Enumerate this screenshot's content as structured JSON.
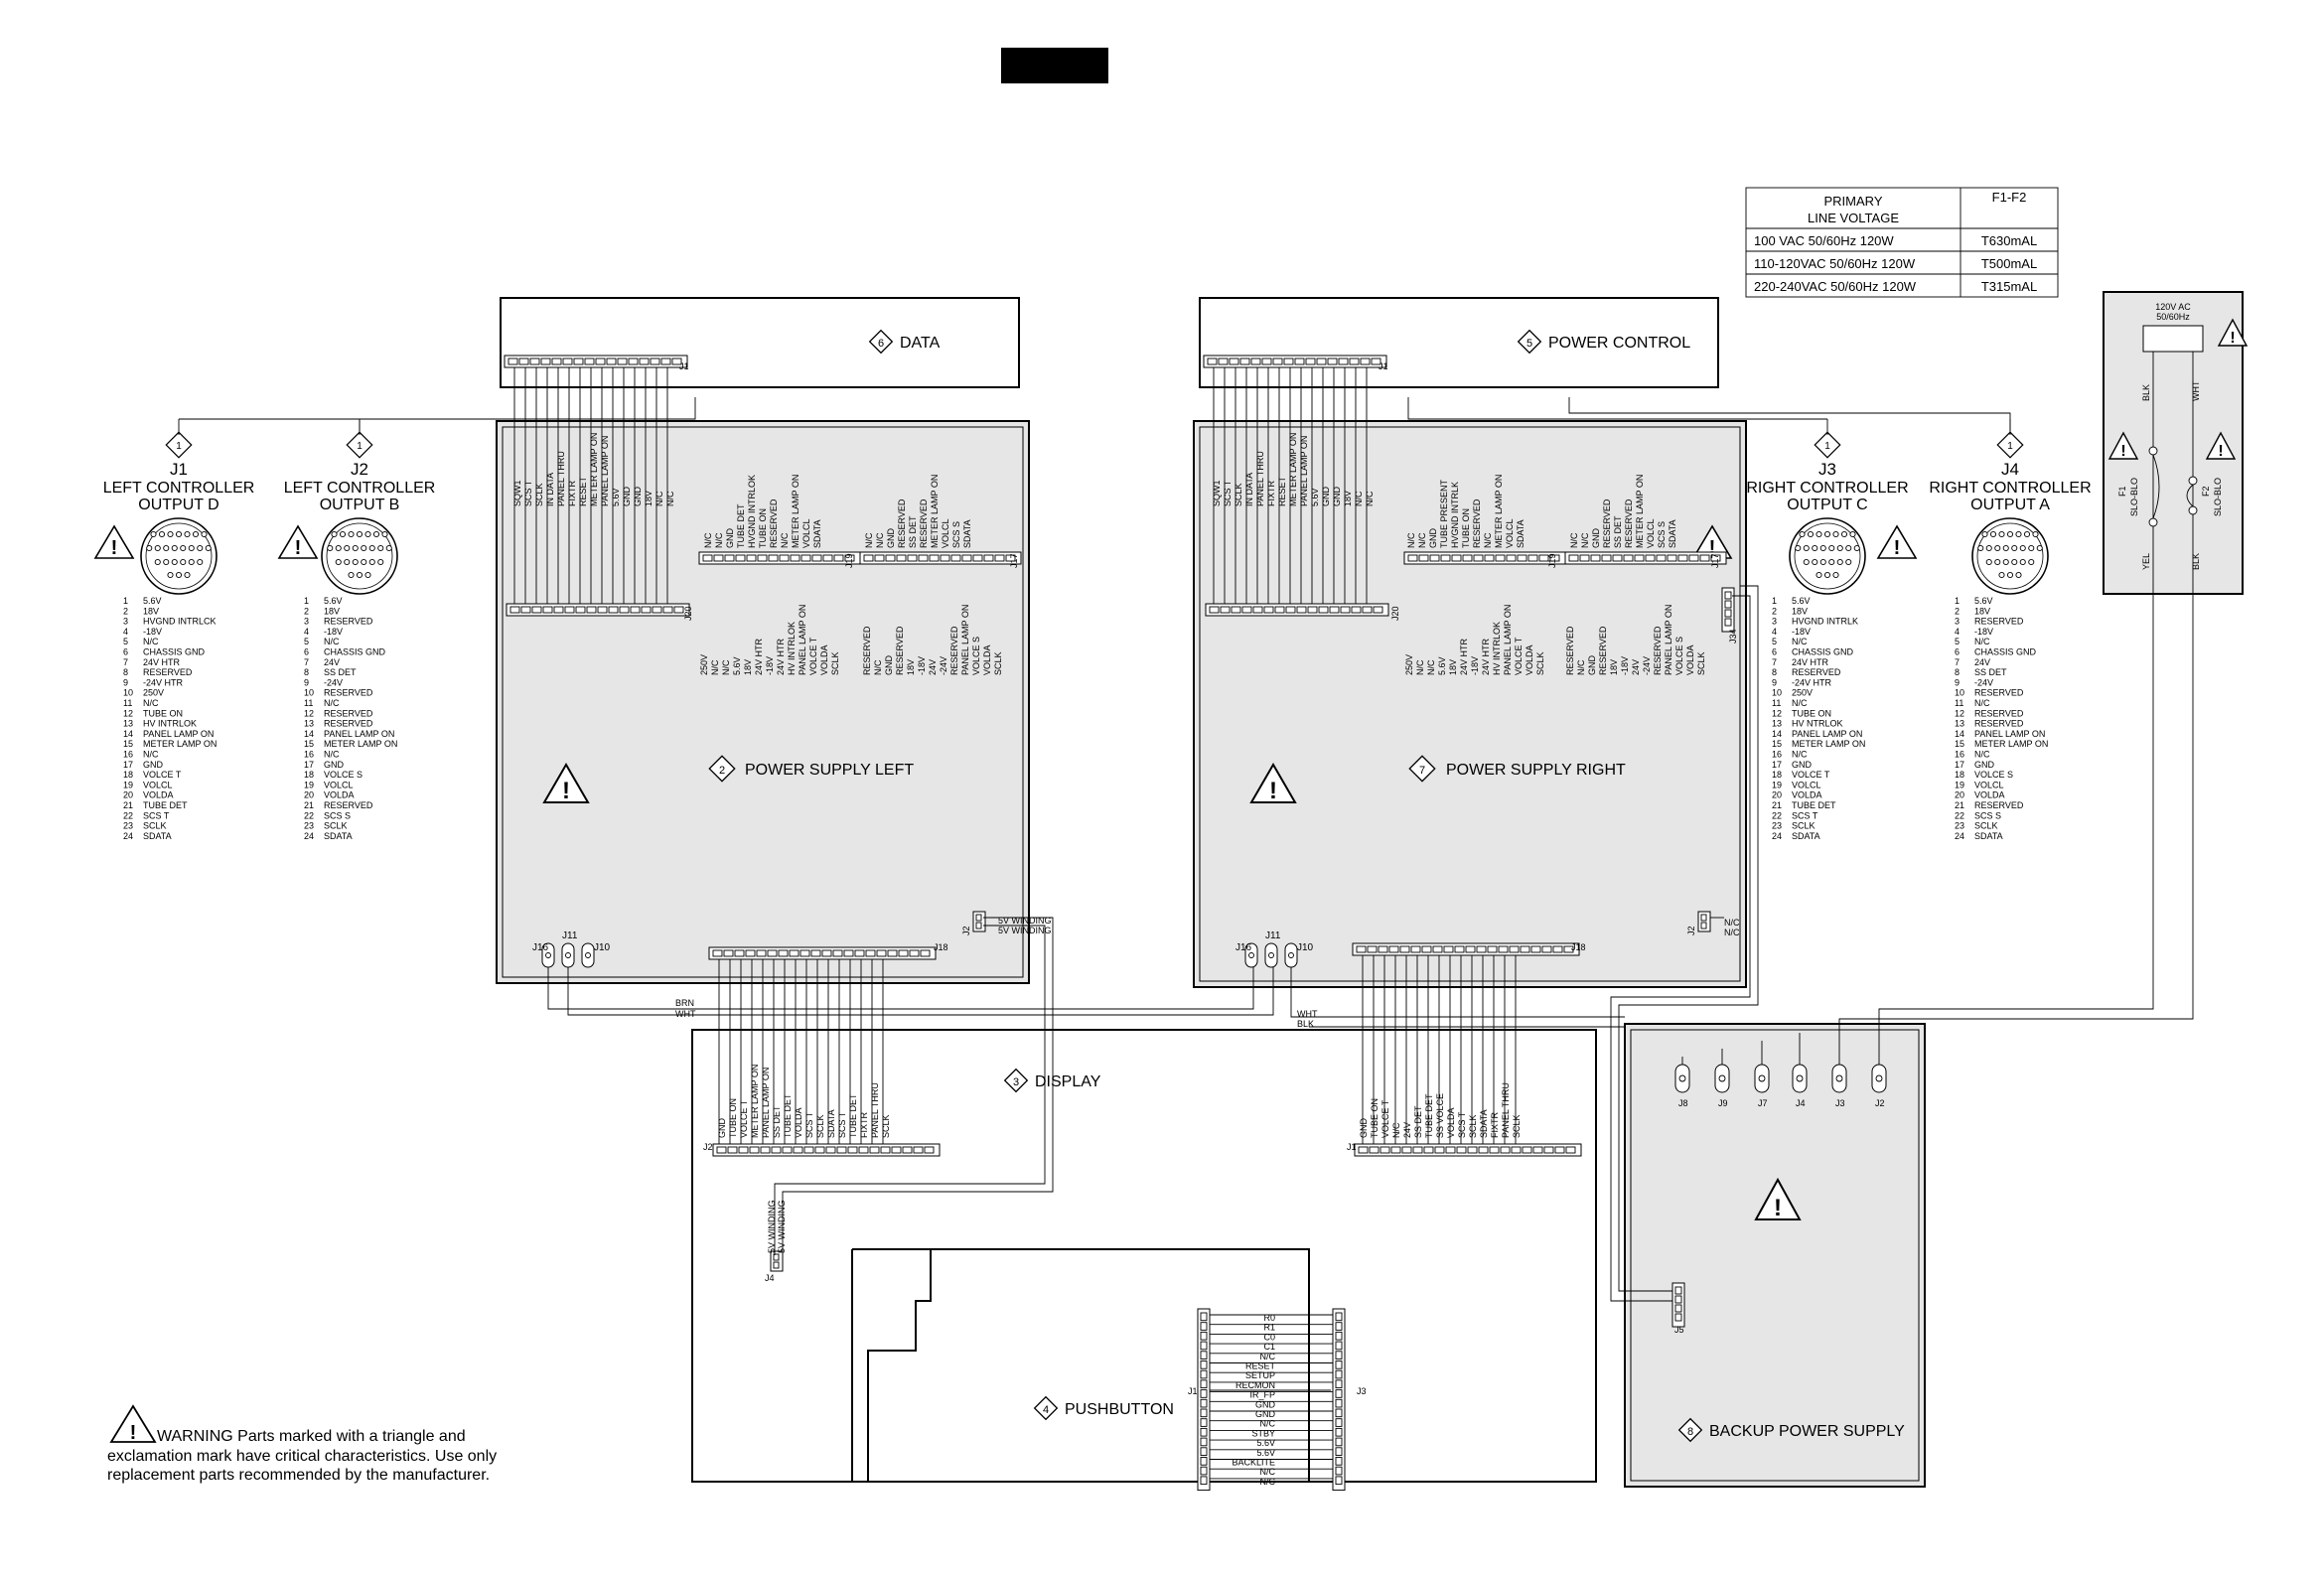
{
  "voltage_table": {
    "header_primary": "PRIMARY\nLINE VOLTAGE",
    "header_fuse": "F1-F2",
    "rows": [
      [
        "100 VAC 50/60Hz 120W",
        "T630mAL"
      ],
      [
        "110-120VAC 50/60Hz 120W",
        "T500mAL"
      ],
      [
        "220-240VAC 50/60Hz 120W",
        "T315mAL"
      ]
    ]
  },
  "boards": {
    "data": {
      "num": "6",
      "label": "DATA"
    },
    "power_control": {
      "num": "5",
      "label": "POWER CONTROL"
    },
    "psu_left": {
      "num": "2",
      "label": "POWER SUPPLY LEFT"
    },
    "psu_right": {
      "num": "7",
      "label": "POWER SUPPLY RIGHT"
    },
    "display": {
      "num": "3",
      "label": "DISPLAY"
    },
    "pushbutton": {
      "num": "4",
      "label": "PUSHBUTTON"
    },
    "backup": {
      "num": "8",
      "label": "BACKUP POWER SUPPLY"
    }
  },
  "controllers": [
    {
      "num": "1",
      "jack": "J1",
      "line1": "LEFT CONTROLLER",
      "line2": "OUTPUT D",
      "pins": [
        "5.6V",
        "18V",
        "HVGND INTRLCK",
        "-18V",
        "N/C",
        "CHASSIS GND",
        "24V HTR",
        "RESERVED",
        "-24V HTR",
        "250V",
        "N/C",
        "TUBE ON",
        "HV INTRLOK",
        "PANEL LAMP ON",
        "METER LAMP ON",
        "N/C",
        "GND",
        "VOLCE T",
        "VOLCL",
        "VOLDA",
        "TUBE DET",
        "SCS T",
        "SCLK",
        "SDATA"
      ]
    },
    {
      "num": "1",
      "jack": "J2",
      "line1": "LEFT CONTROLLER",
      "line2": "OUTPUT B",
      "pins": [
        "5.6V",
        "18V",
        "RESERVED",
        "-18V",
        "N/C",
        "CHASSIS GND",
        "24V",
        "SS DET",
        "-24V",
        "RESERVED",
        "N/C",
        "RESERVED",
        "RESERVED",
        "PANEL LAMP ON",
        "METER LAMP ON",
        "N/C",
        "GND",
        "VOLCE S",
        "VOLCL",
        "VOLDA",
        "RESERVED",
        "SCS S",
        "SCLK",
        "SDATA"
      ]
    },
    {
      "num": "1",
      "jack": "J3",
      "line1": "RIGHT CONTROLLER",
      "line2": "OUTPUT C",
      "pins": [
        "5.6V",
        "18V",
        "HVGND INTRLK",
        "-18V",
        "N/C",
        "CHASSIS GND",
        "24V HTR",
        "RESERVED",
        "-24V HTR",
        "250V",
        "N/C",
        "TUBE ON",
        "HV NTRLOK",
        "PANEL LAMP ON",
        "METER LAMP ON",
        "N/C",
        "GND",
        "VOLCE T",
        "VOLCL",
        "VOLDA",
        "TUBE DET",
        "SCS T",
        "SCLK",
        "SDATA"
      ]
    },
    {
      "num": "1",
      "jack": "J4",
      "line1": "RIGHT CONTROLLER",
      "line2": "OUTPUT A",
      "pins": [
        "5.6V",
        "18V",
        "RESERVED",
        "-18V",
        "N/C",
        "CHASSIS GND",
        "24V",
        "SS DET",
        "-24V",
        "RESERVED",
        "N/C",
        "RESERVED",
        "RESERVED",
        "PANEL LAMP ON",
        "METER LAMP ON",
        "N/C",
        "GND",
        "VOLCE S",
        "VOLCL",
        "VOLDA",
        "RESERVED",
        "SCS S",
        "SCLK",
        "SDATA"
      ]
    }
  ],
  "connectors": {
    "j1": "J1",
    "j2": "J2",
    "j3": "J3",
    "j4": "J4",
    "j5": "J5",
    "j7": "J7",
    "j8": "J8",
    "j9": "J9",
    "j10": "J10",
    "j11": "J11",
    "j16": "J16",
    "j17": "J17",
    "j18": "J18",
    "j19": "J19",
    "j20": "J20",
    "j34": "J34"
  },
  "psu_left_j1_signals": [
    "SQW1",
    "SCS T",
    "SCLK",
    "IN DATA",
    "PANEL THRU",
    "FIXTR",
    "RESET",
    "METER LAMP ON",
    "PANEL LAMP ON",
    "5.6V",
    "GND",
    "GND",
    "18V",
    "N/C",
    "N/C"
  ],
  "psu_left_j19_signals": [
    "N/C",
    "N/C",
    "GND",
    "TUBE DET",
    "HVGND INTRLOK",
    "TUBE ON",
    "RESERVED",
    "N/C",
    "METER LAMP ON",
    "VOLCL",
    "SDATA"
  ],
  "psu_left_j17_signals": [
    "N/C",
    "N/C",
    "GND",
    "RESERVED",
    "SS DET",
    "RESERVED",
    "METER LAMP ON",
    "VOLCL",
    "SCS S",
    "SDATA"
  ],
  "psu_left_j20_signals": [
    "250V",
    "N/C",
    "N/C",
    "5.6V",
    "18V",
    "24V HTR",
    "-18V",
    "24V HTR",
    "HV INTRLOK",
    "PANEL LAMP ON",
    "VOLCE T",
    "VOLDA",
    "SCLK"
  ],
  "psu_left_j20b_signals": [
    "RESERVED",
    "N/C",
    "GND",
    "RESERVED",
    "18V",
    "-18V",
    "24V",
    "-24V",
    "RESERVED",
    "PANEL LAMP ON",
    "VOLCE S",
    "VOLDA",
    "SCLK"
  ],
  "psu_right_j19_signals": [
    "N/C",
    "N/C",
    "GND",
    "TUBE PRESENT",
    "HVGND INTRLK",
    "TUBE ON",
    "RESERVED",
    "N/C",
    "METER LAMP ON",
    "VOLCL",
    "SDATA"
  ],
  "psu_right_j17_signals": [
    "N/C",
    "N/C",
    "GND",
    "RESERVED",
    "SS DET",
    "RESERVED",
    "METER LAMP ON",
    "VOLCL",
    "SCS S",
    "SDATA"
  ],
  "display_j2_signals": [
    "GND",
    "TUBE ON",
    "VOLCE T",
    "METER LAMP ON",
    "PANEL LAMP ON",
    "SS DET",
    "TUBE DET",
    "VOLDA",
    "SCS T",
    "SCLK",
    "SDATA",
    "SCS T",
    "TUBE DET",
    "FIXTR",
    "PANEL THRU",
    "SCLK"
  ],
  "display_j1_signals": [
    "GND",
    "TUBE ON",
    "VOLCE T",
    "N/C",
    "24V",
    "SS DET",
    "TUBE DET",
    "SS VOLCE",
    "VOLDA",
    "SCS T",
    "SCLK",
    "SDATA",
    "FIXTR",
    "PANEL THRU",
    "SCLK"
  ],
  "pushbutton_signals": [
    "R0",
    "R1",
    "C0",
    "C1",
    "N/C",
    "RESET",
    "SETUP",
    "RECMON",
    "IR_FP",
    "GND",
    "GND",
    "N/C",
    "STBY",
    "5.6V",
    "5.6V",
    "BACKLITE",
    "N/C",
    "N/C"
  ],
  "power_inlet": {
    "line1": "120V AC",
    "line2": "50/60Hz",
    "wht": "WHT",
    "blk": "BLK",
    "yel": "YEL",
    "f1": "F1",
    "f2": "F2",
    "slo": "SLO-BLO"
  },
  "wires": {
    "brn": "BRN",
    "wht": "WHT",
    "blk": "BLK",
    "winding": "5V WINDING",
    "nc": "N/C"
  },
  "warning": {
    "bold": "WARNING",
    "line1": " Parts marked with a triangle and",
    "line2": "exclamation mark have critical characteristics. Use only",
    "line3": "replacement parts recommended by the manufacturer."
  }
}
